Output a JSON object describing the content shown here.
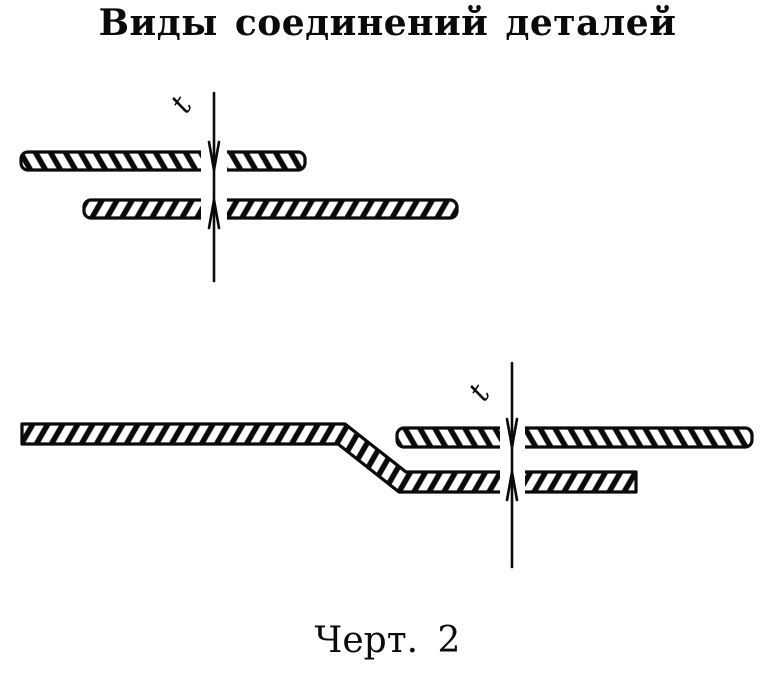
{
  "page": {
    "background_color": "#ffffff",
    "ink_color": "#0a0a0a"
  },
  "title": "Виды соединений деталей",
  "caption": "Черт. 2",
  "figures": [
    {
      "dimension_label": "t"
    },
    {
      "dimension_label": "t"
    }
  ]
}
